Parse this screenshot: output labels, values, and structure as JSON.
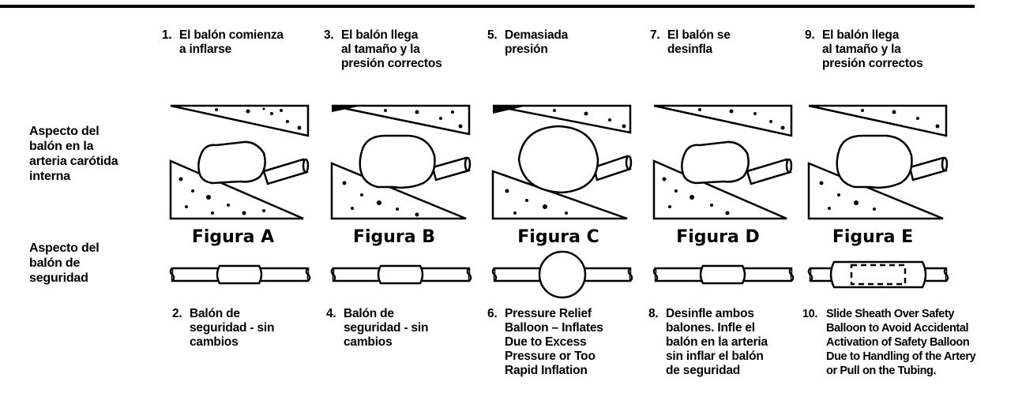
{
  "row_labels": {
    "carotid": "Aspecto del\nbalón en la\narteria carótida\ninterna",
    "safety": "Aspecto del\nbalón de\nseguridad"
  },
  "top_steps": [
    {
      "num": "1.",
      "text": "El balón comienza\na inflarse"
    },
    {
      "num": "3.",
      "text": "El balón llega\nal tamaño y la\npresión correctos"
    },
    {
      "num": "5.",
      "text": "Demasiada\npresión"
    },
    {
      "num": "7.",
      "text": "El balón se\ndesinfla"
    },
    {
      "num": "9.",
      "text": "El balón llega\nal tamaño y la\npresión correctos"
    }
  ],
  "figures": [
    {
      "label": "Figura A"
    },
    {
      "label": "Figura B"
    },
    {
      "label": "Figura C"
    },
    {
      "label": "Figura D"
    },
    {
      "label": "Figura E"
    }
  ],
  "bottom_steps": [
    {
      "num": "2.",
      "text": "Balón de\nseguridad - sin\ncambios"
    },
    {
      "num": "4.",
      "text": "Balón de\nseguridad - sin\ncambios"
    },
    {
      "num": "6.",
      "text": "Pressure Relief\nBalloon – Inflates\nDue to Excess\nPressure or Too\nRapid Inflation"
    },
    {
      "num": "8.",
      "text": "Desinfle ambos\nbalones. Infle el\nbalón en la arteria\nsin inflar el balón\nde seguridad"
    },
    {
      "num": "10.",
      "text": "Slide Sheath Over Safety\nBalloon to Avoid Accidental\nActivation of Safety Balloon\nDue to Handling of the Artery\nor Pull on the Tubing."
    }
  ]
}
